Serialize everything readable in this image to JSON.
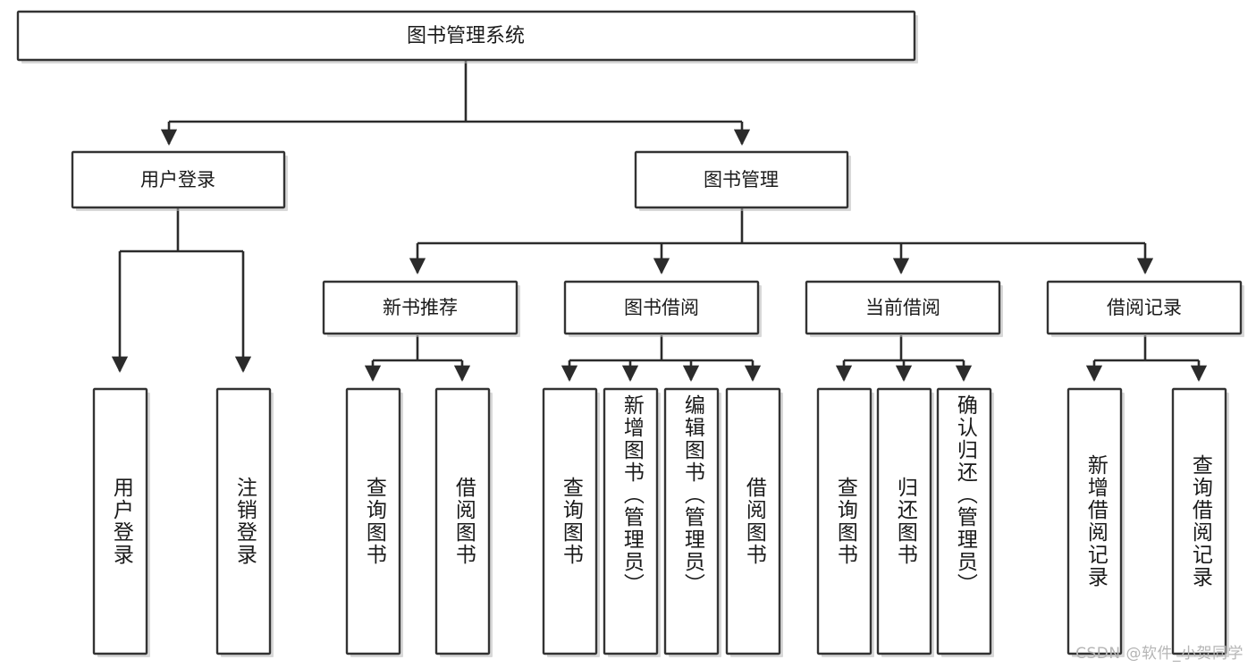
{
  "diagram": {
    "title": "图书管理系统",
    "type": "tree-hierarchy-diagram",
    "watermark": "CSDN @软件_小贺同学",
    "colors": {
      "box_fill": "#ffffff",
      "box_stroke": "#333333",
      "connector": "#2b2b2b",
      "text": "#1a1a1a",
      "watermark": "#b5b5b5",
      "page_background": "#ffffff"
    },
    "root": {
      "label": "图书管理系统"
    },
    "level2": [
      {
        "label": "用户登录"
      },
      {
        "label": "图书管理"
      }
    ],
    "level3": [
      {
        "label": "新书推荐"
      },
      {
        "label": "图书借阅"
      },
      {
        "label": "当前借阅"
      },
      {
        "label": "借阅记录"
      }
    ],
    "leaves": {
      "user_login": [
        {
          "label": "用户登录"
        },
        {
          "label": "注销登录"
        }
      ],
      "new_book_recommend": [
        {
          "label": "查询图书"
        },
        {
          "label": "借阅图书"
        }
      ],
      "book_borrow": [
        {
          "label": "查询图书"
        },
        {
          "label": "新增图书（管理员）"
        },
        {
          "label": "编辑图书（管理员）"
        },
        {
          "label": "借阅图书"
        }
      ],
      "current_borrow": [
        {
          "label": "查询图书"
        },
        {
          "label": "归还图书"
        },
        {
          "label": "确认归还（管理员）"
        }
      ],
      "borrow_record": [
        {
          "label": "新增借阅记录"
        },
        {
          "label": "查询借阅记录"
        }
      ]
    }
  }
}
